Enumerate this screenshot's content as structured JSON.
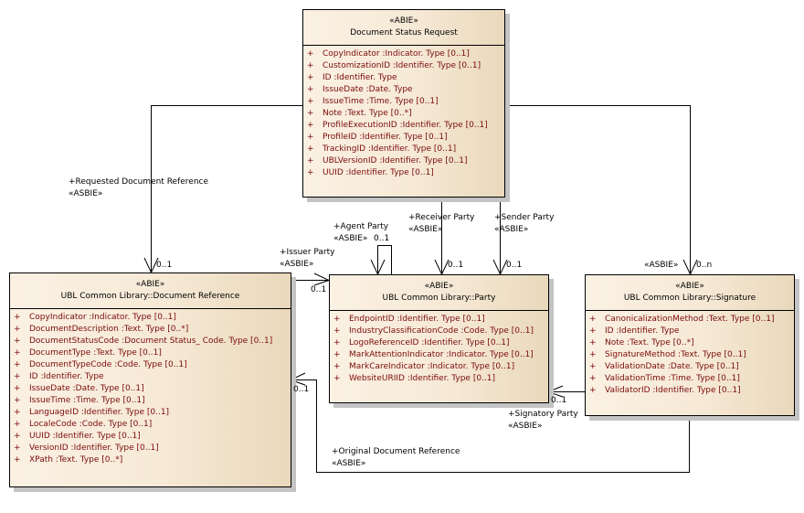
{
  "classes": {
    "document_status_request": {
      "stereotype": "«ABIE»",
      "name": "Document Status Request",
      "attributes": [
        {
          "vis": "+",
          "text": "CopyIndicator  :Indicator. Type [0..1]"
        },
        {
          "vis": "+",
          "text": "CustomizationID  :Identifier. Type [0..1]"
        },
        {
          "vis": "+",
          "text": "ID  :Identifier. Type"
        },
        {
          "vis": "+",
          "text": "IssueDate  :Date. Type"
        },
        {
          "vis": "+",
          "text": "IssueTime  :Time. Type [0..1]"
        },
        {
          "vis": "+",
          "text": "Note  :Text. Type [0..*]"
        },
        {
          "vis": "+",
          "text": "ProfileExecutionID  :Identifier. Type [0..1]"
        },
        {
          "vis": "+",
          "text": "ProfileID  :Identifier. Type [0..1]"
        },
        {
          "vis": "+",
          "text": "TrackingID  :Identifier. Type [0..1]"
        },
        {
          "vis": "+",
          "text": "UBLVersionID  :Identifier. Type [0..1]"
        },
        {
          "vis": "+",
          "text": "UUID  :Identifier. Type [0..1]"
        }
      ]
    },
    "document_reference": {
      "stereotype": "«ABIE»",
      "name": "UBL Common Library::Document Reference",
      "attributes": [
        {
          "vis": "+",
          "text": "CopyIndicator  :Indicator. Type [0..1]"
        },
        {
          "vis": "+",
          "text": "DocumentDescription  :Text. Type [0..*]"
        },
        {
          "vis": "+",
          "text": "DocumentStatusCode  :Document Status_ Code. Type [0..1]"
        },
        {
          "vis": "+",
          "text": "DocumentType  :Text. Type [0..1]"
        },
        {
          "vis": "+",
          "text": "DocumentTypeCode  :Code. Type [0..1]"
        },
        {
          "vis": "+",
          "text": "ID  :Identifier. Type"
        },
        {
          "vis": "+",
          "text": "IssueDate  :Date. Type [0..1]"
        },
        {
          "vis": "+",
          "text": "IssueTime  :Time. Type [0..1]"
        },
        {
          "vis": "+",
          "text": "LanguageID  :Identifier. Type [0..1]"
        },
        {
          "vis": "+",
          "text": "LocaleCode  :Code. Type [0..1]"
        },
        {
          "vis": "+",
          "text": "UUID  :Identifier. Type [0..1]"
        },
        {
          "vis": "+",
          "text": "VersionID  :Identifier. Type [0..1]"
        },
        {
          "vis": "+",
          "text": "XPath  :Text. Type [0..*]"
        }
      ]
    },
    "party": {
      "stereotype": "«ABIE»",
      "name": "UBL Common Library::Party",
      "attributes": [
        {
          "vis": "+",
          "text": "EndpointID  :Identifier. Type [0..1]"
        },
        {
          "vis": "+",
          "text": "IndustryClassificationCode  :Code. Type [0..1]"
        },
        {
          "vis": "+",
          "text": "LogoReferenceID  :Identifier. Type [0..1]"
        },
        {
          "vis": "+",
          "text": "MarkAttentionIndicator  :Indicator. Type [0..1]"
        },
        {
          "vis": "+",
          "text": "MarkCareIndicator  :Indicator. Type [0..1]"
        },
        {
          "vis": "+",
          "text": "WebsiteURIID  :Identifier. Type [0..1]"
        }
      ]
    },
    "signature": {
      "stereotype": "«ABIE»",
      "name": "UBL Common Library::Signature",
      "attributes": [
        {
          "vis": "+",
          "text": "CanonicalizationMethod  :Text. Type [0..1]"
        },
        {
          "vis": "+",
          "text": "ID  :Identifier. Type"
        },
        {
          "vis": "+",
          "text": "Note  :Text. Type [0..*]"
        },
        {
          "vis": "+",
          "text": "SignatureMethod  :Text. Type [0..1]"
        },
        {
          "vis": "+",
          "text": "ValidationDate  :Date. Type [0..1]"
        },
        {
          "vis": "+",
          "text": "ValidationTime  :Time. Type [0..1]"
        },
        {
          "vis": "+",
          "text": "ValidatorID  :Identifier. Type [0..1]"
        }
      ]
    }
  },
  "associations": {
    "requested_document_reference": {
      "role": "+Requested Document Reference",
      "stereotype": "«ASBIE»",
      "multiplicity": "0..1"
    },
    "issuer_party": {
      "role": "+Issuer Party",
      "stereotype": "«ASBIE»",
      "multiplicity": "0..1"
    },
    "agent_party": {
      "role": "+Agent Party",
      "stereotype": "«ASBIE»",
      "multiplicity": "0..1"
    },
    "receiver_party": {
      "role": "+Receiver Party",
      "stereotype": "«ASBIE»",
      "multiplicity": "0..1"
    },
    "sender_party": {
      "role": "+Sender Party",
      "stereotype": "«ASBIE»",
      "multiplicity": "0..1"
    },
    "signature": {
      "stereotype": "«ASBIE»",
      "multiplicity": "0..n"
    },
    "signatory_party": {
      "role": "+Signatory Party",
      "stereotype": "«ASBIE»",
      "multiplicity": "0..1"
    },
    "original_document_reference": {
      "role": "+Original Document Reference",
      "stereotype": "«ASBIE»",
      "multiplicity": "0..1"
    }
  }
}
